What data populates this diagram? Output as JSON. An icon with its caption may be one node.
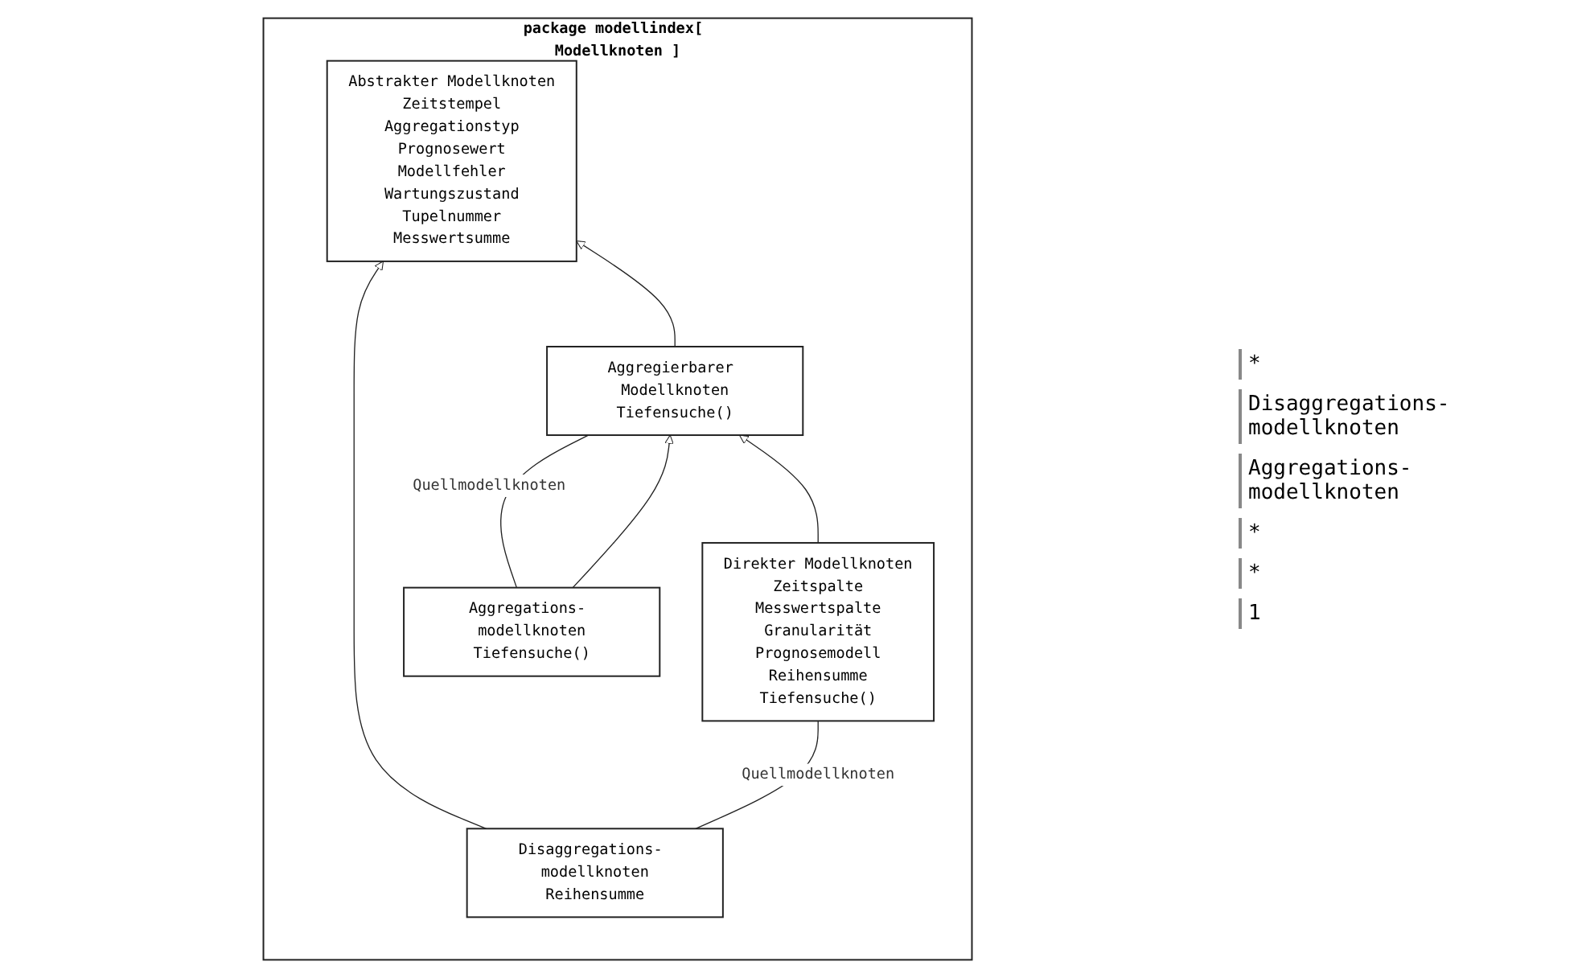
{
  "diagram": {
    "nodes": [
      {
        "text": [
          "package modellindex[ Modellknoten ]"
        ]
      },
      {
        "text": [
          "Abstrakter Modellknoten",
          "Zeitstempel",
          "Aggregationstyp",
          "Prognosewert",
          "Modellfehler",
          "Wartungszustand",
          "Tupelnummer",
          "Messwertsumme"
        ],
        "in": 0
      },
      {
        "text": [
          "Disaggregations- modellknoten",
          "Reihensumme"
        ],
        "in": 0
      },
      {
        "text": [
          "Aggregierbarer Modellknoten",
          "Tiefensuche()"
        ],
        "in": 0
      },
      {
        "text": [
          "Aggregations- modellknoten",
          "Tiefensuche()"
        ],
        "in": 0
      },
      {
        "text": [
          "Direkter Modellknoten",
          "Zeitspalte",
          "Messwertspalte",
          "Granularität",
          "Prognosemodell",
          "Reihensumme",
          "Tiefensuche()"
        ],
        "in": 0
      }
    ],
    "edges": [
      {
        "from": 2,
        "to": 1,
        "arrow": "to"
      },
      {
        "from": 3,
        "to": 1,
        "arrow": "to"
      },
      {
        "from": 4,
        "to": 3,
        "arrow": "none",
        "label": "Quellmodellknoten"
      },
      {
        "from": 4,
        "to": 3,
        "arrow": "to"
      },
      {
        "from": 5,
        "to": 3,
        "arrow": "to"
      },
      {
        "from": 2,
        "to": 5,
        "arrow": "none",
        "label": "Quellmodellknoten"
      }
    ],
    "labels": [
      "*",
      "Disaggregations- modellknoten",
      "Aggregations- modellknoten",
      "*",
      "*",
      "1"
    ]
  }
}
